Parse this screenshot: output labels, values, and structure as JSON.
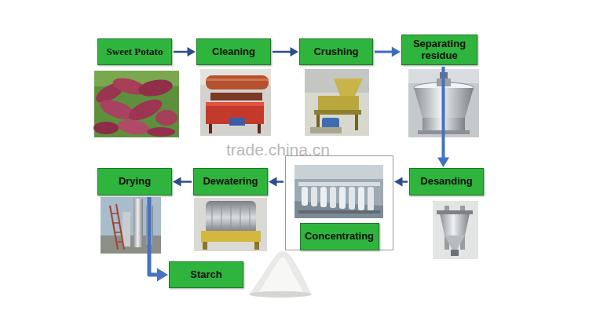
{
  "diagram": {
    "nodes": [
      {
        "text": [
          "Sweet Potato"
        ]
      },
      {
        "text": [
          "Cleaning"
        ]
      },
      {
        "text": [
          "Crushing"
        ]
      },
      {
        "text": [
          "Separating residue"
        ]
      },
      {
        "text": [
          "Desanding"
        ]
      },
      {
        "text": [
          "Concentrating"
        ]
      },
      {
        "text": [
          "Dewatering"
        ]
      },
      {
        "text": [
          "Drying"
        ]
      },
      {
        "text": [
          "Starch"
        ]
      }
    ],
    "edges": [
      {
        "from": 0,
        "to": 1,
        "arrow": "to"
      },
      {
        "from": 1,
        "to": 2,
        "arrow": "to"
      },
      {
        "from": 2,
        "to": 3,
        "arrow": "to"
      },
      {
        "from": 3,
        "to": 4,
        "arrow": "to"
      },
      {
        "from": 4,
        "to": 5,
        "arrow": "to"
      },
      {
        "from": 5,
        "to": 6,
        "arrow": "to"
      },
      {
        "from": 6,
        "to": 7,
        "arrow": "to"
      },
      {
        "from": 7,
        "to": 8,
        "arrow": "to"
      }
    ],
    "labels": [
      "trade.china.cn"
    ]
  }
}
